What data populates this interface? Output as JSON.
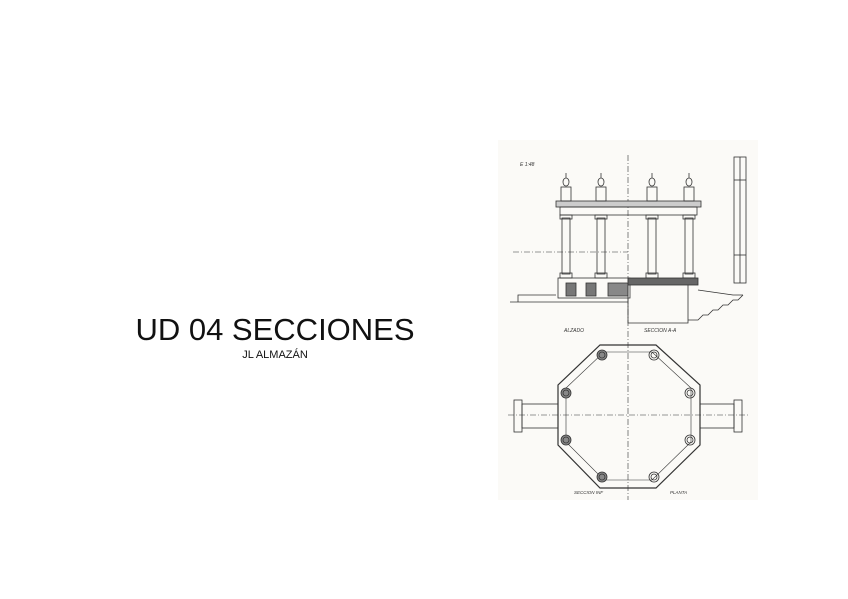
{
  "slide": {
    "title": "UD 04 SECCIONES",
    "subtitle": "JL ALMAZÁN"
  },
  "drawing": {
    "scale_note": "E 1:48",
    "labels": {
      "elevation": "ALZADO",
      "section": "SECCION A-A",
      "plan_section": "SECCION INF",
      "plan": "PLANTA"
    },
    "line_color": "#333333"
  }
}
